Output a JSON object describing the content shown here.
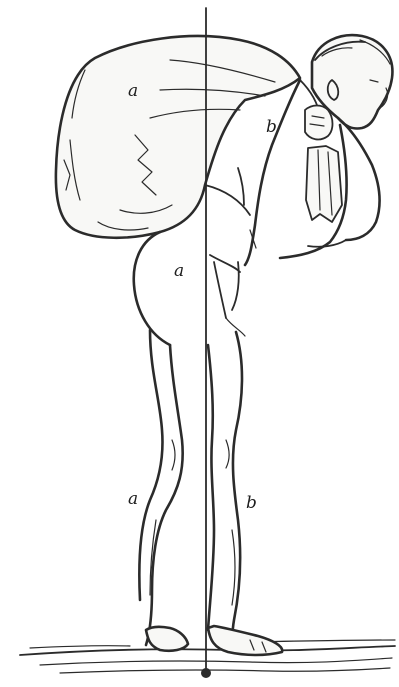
{
  "colors": {
    "ink": "#2b2b2b",
    "paper": "#ffffff"
  },
  "labels": {
    "sack_a": "a",
    "back_b": "b",
    "hip_a": "a",
    "leg_a": "a",
    "leg_b": "b"
  }
}
